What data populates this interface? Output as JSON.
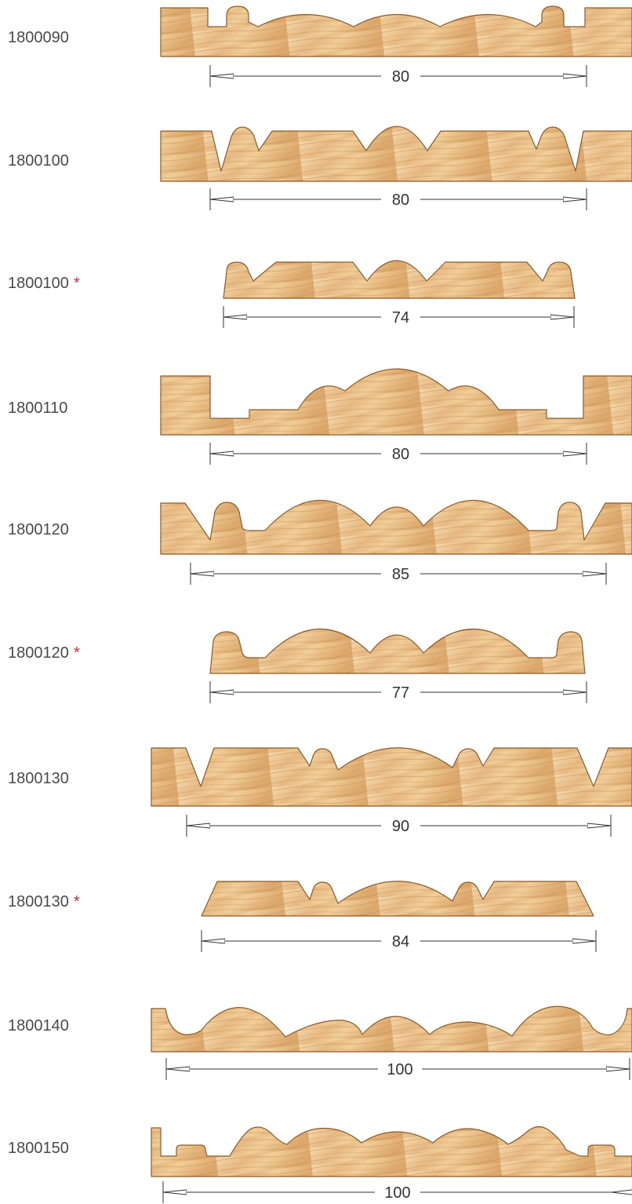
{
  "colors": {
    "wood_light": "#f2d3a6",
    "wood_mid": "#e3b27a",
    "wood_dark": "#c98f50",
    "outline": "#8a5a2b",
    "dimension_line": "#333333",
    "code_text": "#4a4a4a",
    "asterisk": "#d6283a"
  },
  "profiles": [
    {
      "code": "1800090",
      "marker": "",
      "width": "80"
    },
    {
      "code": "1800100",
      "marker": "",
      "width": "80"
    },
    {
      "code": "1800100",
      "marker": "*",
      "width": "74"
    },
    {
      "code": "1800110",
      "marker": "",
      "width": "80"
    },
    {
      "code": "1800120",
      "marker": "",
      "width": "85"
    },
    {
      "code": "1800120",
      "marker": "*",
      "width": "77"
    },
    {
      "code": "1800130",
      "marker": "",
      "width": "90"
    },
    {
      "code": "1800130",
      "marker": "*",
      "width": "84"
    },
    {
      "code": "1800140",
      "marker": "",
      "width": "100"
    },
    {
      "code": "1800150",
      "marker": "",
      "width": "100"
    }
  ]
}
